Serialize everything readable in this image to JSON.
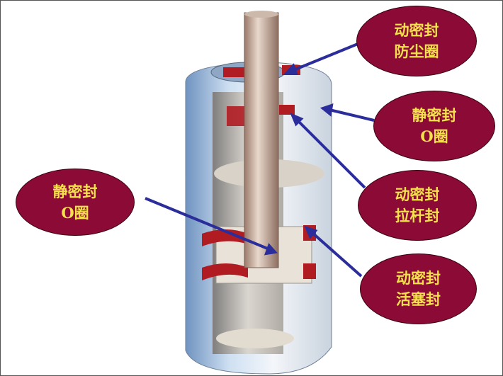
{
  "title": "液压缸密封示意图",
  "colors": {
    "label_fill": "#8b0a36",
    "label_text": "#f3e04b",
    "arrow": "#2b2d9a",
    "seal": "#b01c22"
  },
  "labels": [
    {
      "line1": "动密封",
      "line2": "防尘圈"
    },
    {
      "line1": "静密封",
      "line2": "O圈"
    },
    {
      "line1": "动密封",
      "line2": "拉杆封"
    },
    {
      "line1": "动密封",
      "line2": "活塞封"
    },
    {
      "line1": "静密封",
      "line2": "O圈"
    }
  ]
}
